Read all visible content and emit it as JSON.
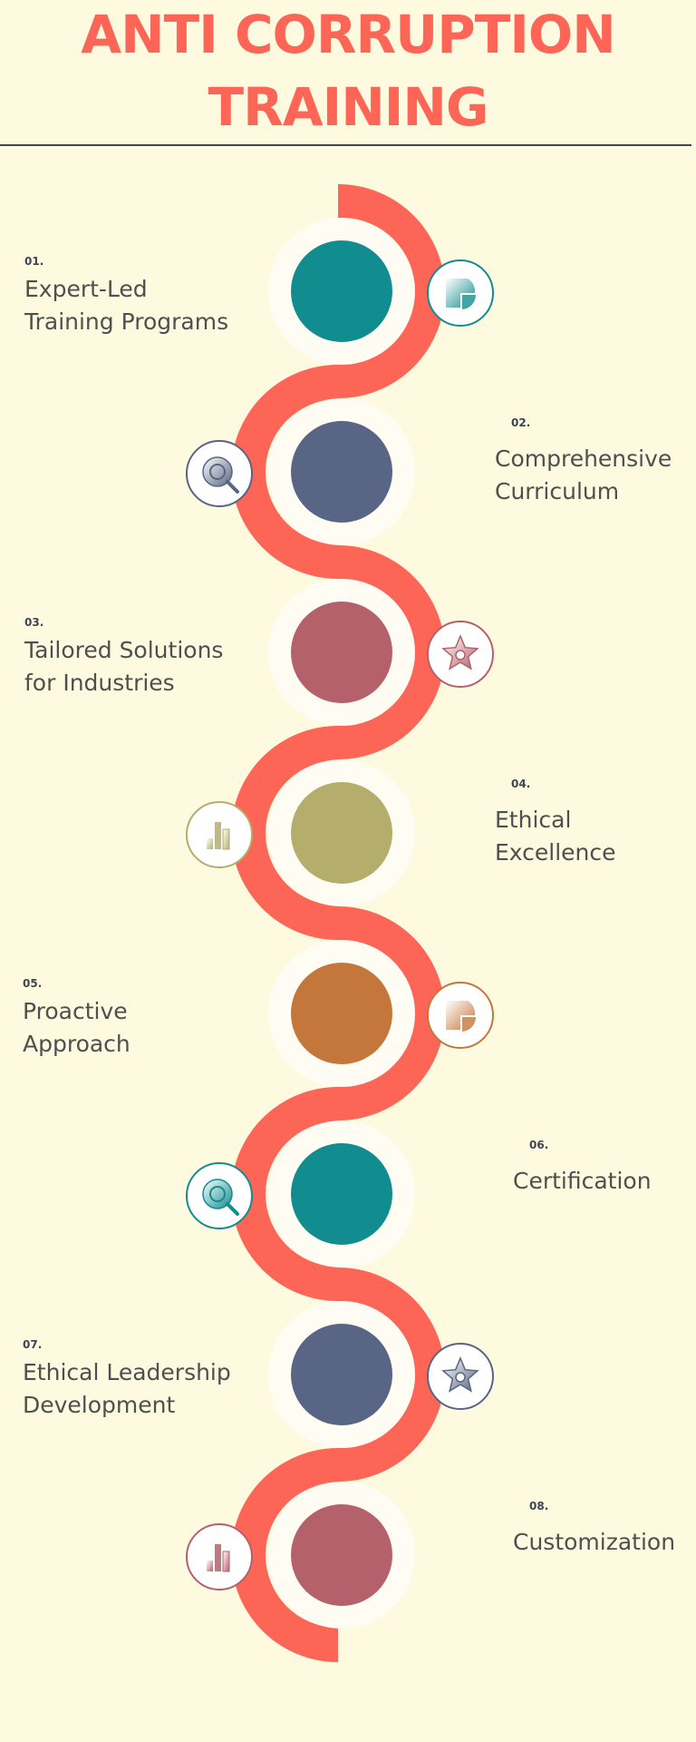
{
  "title": {
    "line1": "ANTI CORRUPTION",
    "line2": "TRAINING"
  },
  "colors": {
    "background": "#fdfae0",
    "ribbon": "#fd6556",
    "title": "#fd6556",
    "teal": "#128d8f",
    "slate": "#586584",
    "rose": "#b5616b",
    "olive": "#b5ad6b",
    "ochre": "#c4773a"
  },
  "steps": [
    {
      "num": "01.",
      "line1": "Expert-Led",
      "line2": "Training Programs",
      "color": "teal",
      "icon": "pie-chart-icon",
      "side": "right"
    },
    {
      "num": "02.",
      "line1": "Comprehensive",
      "line2": "Curriculum",
      "color": "slate",
      "icon": "magnifier-icon",
      "side": "left"
    },
    {
      "num": "03.",
      "line1": "Tailored Solutions",
      "line2": "for Industries",
      "color": "rose",
      "icon": "star-icon",
      "side": "right"
    },
    {
      "num": "04.",
      "line1": "Ethical",
      "line2": "Excellence",
      "color": "olive",
      "icon": "bar-chart-icon",
      "side": "left"
    },
    {
      "num": "05.",
      "line1": "Proactive",
      "line2": "Approach",
      "color": "ochre",
      "icon": "pie-chart-icon",
      "side": "right"
    },
    {
      "num": "06.",
      "line1": "Certification",
      "line2": "",
      "color": "teal",
      "icon": "magnifier-icon",
      "side": "left"
    },
    {
      "num": "07.",
      "line1": "Ethical Leadership",
      "line2": "Development",
      "color": "slate",
      "icon": "star-icon",
      "side": "right"
    },
    {
      "num": "08.",
      "line1": "Customization",
      "line2": "",
      "color": "rose",
      "icon": "bar-chart-icon",
      "side": "left"
    }
  ]
}
